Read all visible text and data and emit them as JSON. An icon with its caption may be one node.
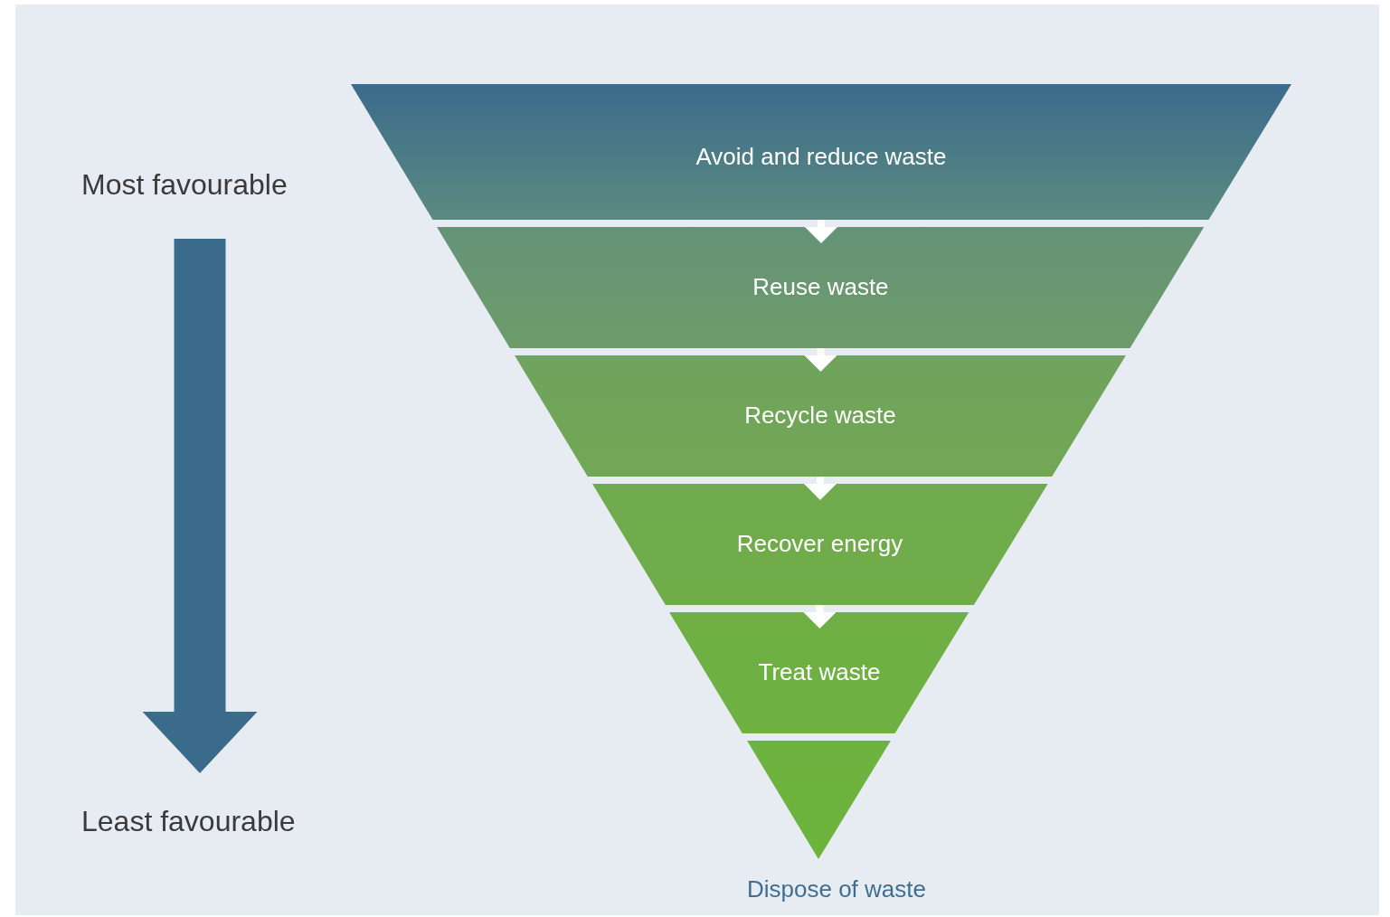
{
  "diagram": {
    "nodes": [
      {
        "text": [
          "Avoid and reduce waste"
        ]
      },
      {
        "text": [
          "Reuse waste"
        ]
      },
      {
        "text": [
          "Recycle waste"
        ]
      },
      {
        "text": [
          "Recover energy"
        ]
      },
      {
        "text": [
          "Treat waste"
        ]
      },
      {
        "text": [
          "Dispose of waste"
        ]
      },
      {
        "text": [
          "Most favourable"
        ]
      },
      {
        "text": [
          "Least favourable"
        ]
      }
    ],
    "edges": [
      {
        "from": 0,
        "to": 1,
        "arrow": "to"
      },
      {
        "from": 1,
        "to": 2,
        "arrow": "to"
      },
      {
        "from": 2,
        "to": 3,
        "arrow": "to"
      },
      {
        "from": 3,
        "to": 4,
        "arrow": "to"
      },
      {
        "from": 6,
        "to": 7,
        "arrow": "to",
        "style": "thick",
        "color": "#3b6b8b"
      }
    ]
  }
}
